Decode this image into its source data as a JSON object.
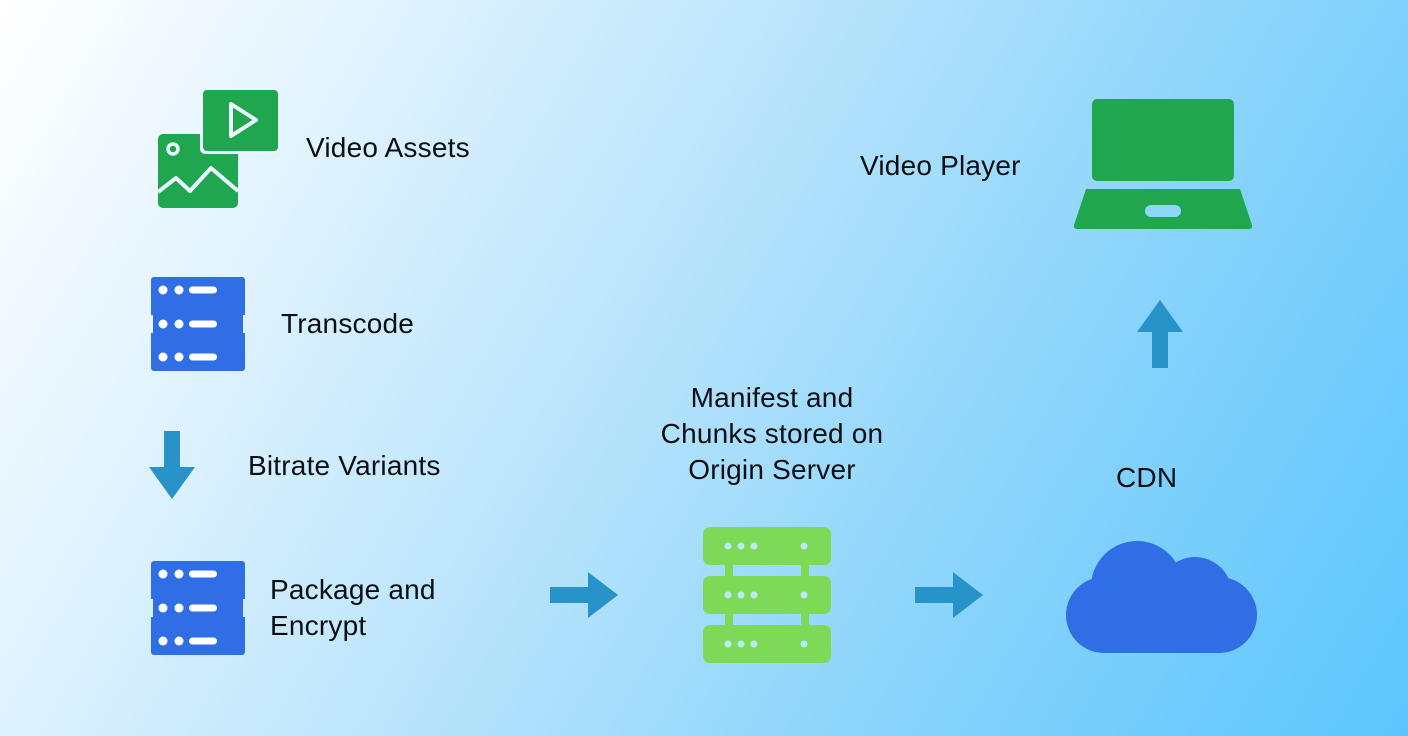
{
  "diagram": {
    "title": "Video streaming pipeline",
    "colors": {
      "green": "#1fa64f",
      "lime": "#7ed957",
      "blue_server": "#2f6ee5",
      "cloud": "#2f6ee5",
      "arrow": "#2893c8",
      "text": "#0b0f14"
    },
    "nodes": [
      {
        "id": "video-assets",
        "label": "Video Assets",
        "icon": "image-video-icon"
      },
      {
        "id": "transcode",
        "label": "Transcode",
        "icon": "server-icon"
      },
      {
        "id": "bitrate-variants",
        "label": "Bitrate Variants",
        "icon": "arrow-down-icon"
      },
      {
        "id": "package-encrypt",
        "label_lines": [
          "Package and",
          "Encrypt"
        ],
        "icon": "server-icon"
      },
      {
        "id": "origin-server",
        "label_lines": [
          "Manifest and",
          "Chunks stored on",
          "Origin Server"
        ],
        "icon": "server-rack-icon"
      },
      {
        "id": "cdn",
        "label": "CDN",
        "icon": "cloud-icon"
      },
      {
        "id": "video-player",
        "label": "Video Player",
        "icon": "laptop-icon"
      }
    ],
    "edges": [
      {
        "from": "transcode",
        "to": "package-encrypt",
        "direction": "down",
        "label": "Bitrate Variants"
      },
      {
        "from": "package-encrypt",
        "to": "origin-server",
        "direction": "right"
      },
      {
        "from": "origin-server",
        "to": "cdn",
        "direction": "right"
      },
      {
        "from": "cdn",
        "to": "video-player",
        "direction": "up"
      }
    ]
  }
}
